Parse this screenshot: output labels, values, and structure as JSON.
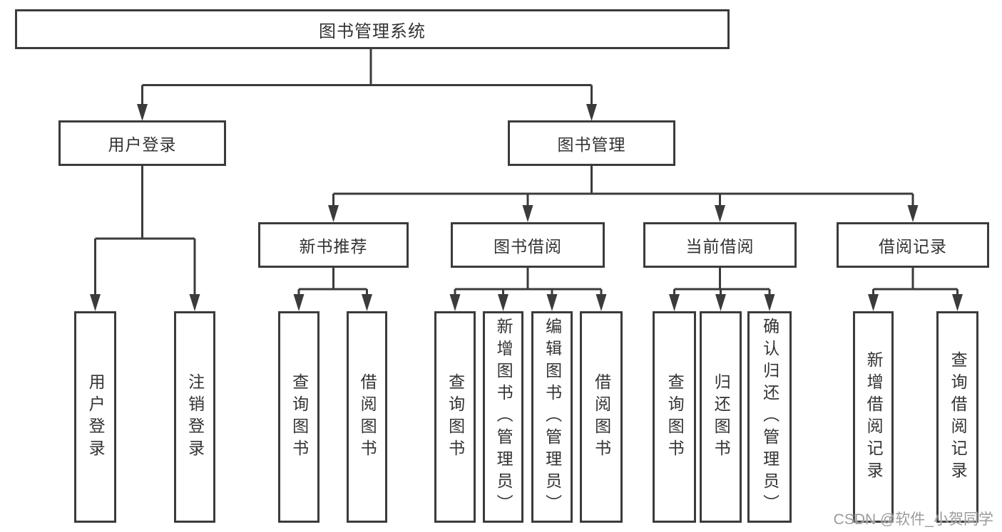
{
  "diagram": {
    "tree": {
      "root": {
        "label": "图书管理系统",
        "children": [
          {
            "label": "用户登录",
            "children": [
              {
                "label": "用户登录"
              },
              {
                "label": "注销登录"
              }
            ]
          },
          {
            "label": "图书管理",
            "children": [
              {
                "label": "新书推荐",
                "children": [
                  {
                    "label": "查询图书"
                  },
                  {
                    "label": "借阅图书"
                  }
                ]
              },
              {
                "label": "图书借阅",
                "children": [
                  {
                    "label": "查询图书"
                  },
                  {
                    "label": "新增图书（管理员）"
                  },
                  {
                    "label": "编辑图书（管理员）"
                  },
                  {
                    "label": "借阅图书"
                  }
                ]
              },
              {
                "label": "当前借阅",
                "children": [
                  {
                    "label": "查询图书"
                  },
                  {
                    "label": "归还图书"
                  },
                  {
                    "label": "确认归还（管理员）"
                  }
                ]
              },
              {
                "label": "借阅记录",
                "children": [
                  {
                    "label": "新增借阅记录"
                  },
                  {
                    "label": "查询借阅记录"
                  }
                ]
              }
            ]
          }
        ]
      }
    },
    "watermark": "CSDN @软件_小贺同学",
    "colors": {
      "border": "#3b3b3b",
      "line": "#3b3b3b",
      "text": "#333333",
      "watermark": "#9c9c9c",
      "background": "#ffffff"
    }
  }
}
